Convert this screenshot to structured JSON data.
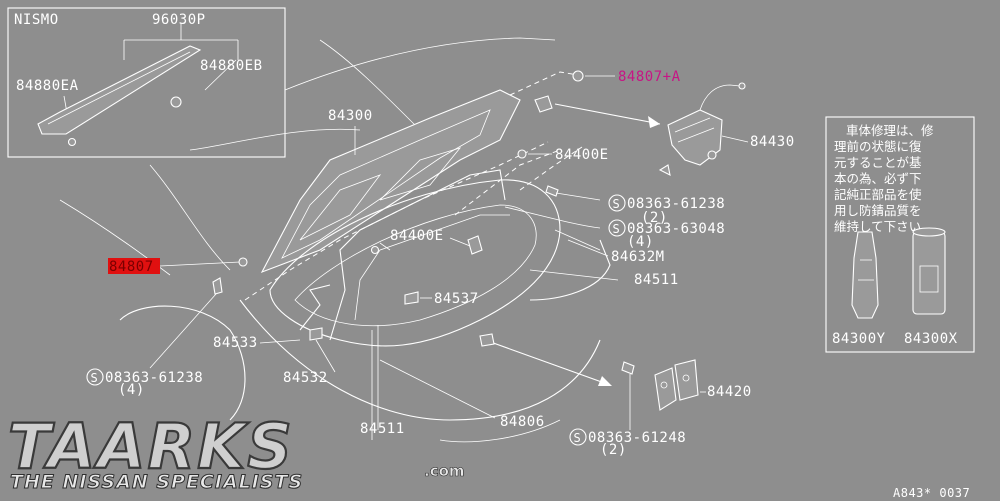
{
  "inset": {
    "title": "NISMO"
  },
  "labels": {
    "p96030P": "96030P",
    "p84880EB": "84880EB",
    "p84880EA": "84880EA",
    "p84807A": "84807+A",
    "p84300": "84300",
    "p84430": "84430",
    "p84400E_top": "84400E",
    "p84400E_mid": "84400E",
    "p84807": "84807",
    "p84632M": "84632M",
    "p84511": "84511",
    "p84537": "84537",
    "p84533": "84533",
    "p84532": "84532",
    "p84806": "84806",
    "p84420": "84420",
    "p84511_bottom": "84511",
    "bolt1_code": "08363-61238",
    "bolt1_qty": "(2)",
    "bolt2_code": "08363-63048",
    "bolt2_qty": "(4)",
    "bolt3_code": "08363-61238",
    "bolt3_qty": "(4)",
    "bolt4_code": "08363-61248",
    "bolt4_qty": "(2)",
    "p84300Y": "84300Y",
    "p84300X": "84300X",
    "s_symbol": "S"
  },
  "note": {
    "lines": [
      "車体修理は、修",
      "理前の状態に復",
      "元することが基",
      "本の為、必ず下",
      "記純正部品を使",
      "用し防錆品質を",
      "維持して下さい。"
    ]
  },
  "logo": {
    "main": "TAARKS",
    "sub": "THE NISSAN SPECIALISTS",
    "domain": ".com"
  },
  "footer": {
    "ref": "A843* 0037"
  },
  "colors": {
    "background": "#8e8e8e",
    "highlight": "#e01010",
    "pink_label": "#c71585"
  }
}
